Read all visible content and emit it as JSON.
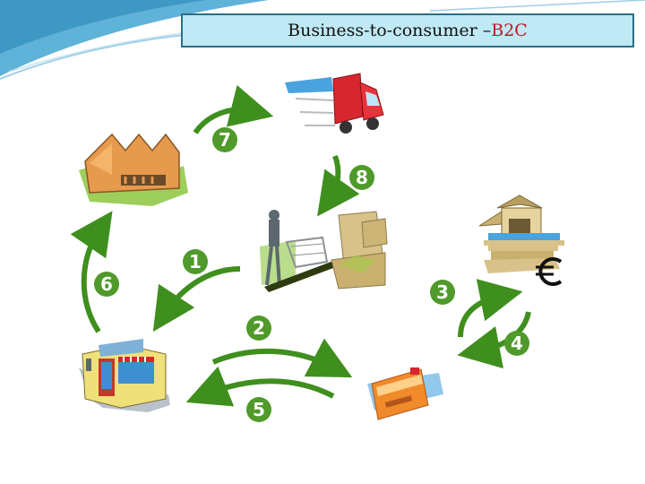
{
  "title": {
    "main": "Business-to-consumer – ",
    "accent": "B2C"
  },
  "colors": {
    "title_bg": "#bfe9f5",
    "title_border": "#2b6e86",
    "accent": "#c0161f",
    "arrow_green": "#3f8f1e",
    "badge_green": "#4f9a2a"
  },
  "steps": [
    "1",
    "2",
    "3",
    "4",
    "5",
    "6",
    "7",
    "8"
  ],
  "icons": [
    "factory-icon",
    "delivery-truck-icon",
    "warehouse-worker-cart-icon",
    "bank-icon",
    "euro-icon",
    "shop-icon",
    "payment-card-icon"
  ]
}
